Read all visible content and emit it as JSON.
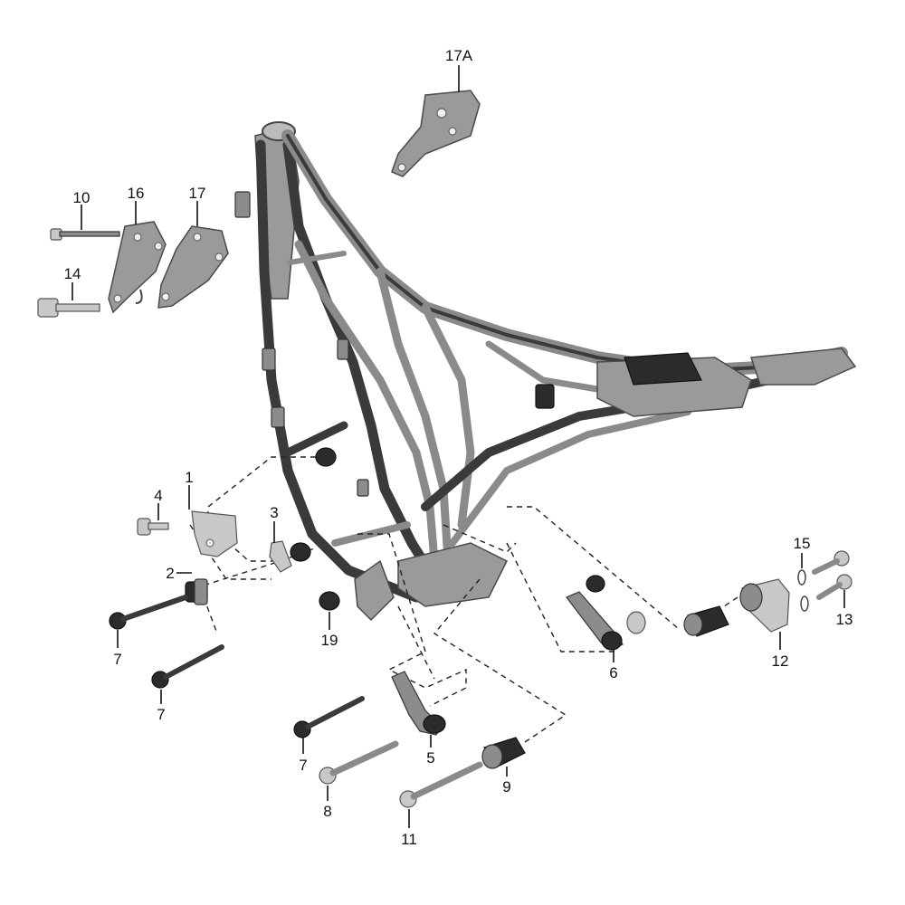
{
  "callouts": [
    {
      "id": "c17a",
      "label": "17A"
    },
    {
      "id": "c10",
      "label": "10"
    },
    {
      "id": "c16",
      "label": "16"
    },
    {
      "id": "c17",
      "label": "17"
    },
    {
      "id": "c14",
      "label": "14"
    },
    {
      "id": "c4",
      "label": "4"
    },
    {
      "id": "c1",
      "label": "1"
    },
    {
      "id": "c3",
      "label": "3"
    },
    {
      "id": "c2",
      "label": "2"
    },
    {
      "id": "c7a",
      "label": "7"
    },
    {
      "id": "c7b",
      "label": "7"
    },
    {
      "id": "c19",
      "label": "19"
    },
    {
      "id": "c7c",
      "label": "7"
    },
    {
      "id": "c5",
      "label": "5"
    },
    {
      "id": "c8",
      "label": "8"
    },
    {
      "id": "c9",
      "label": "9"
    },
    {
      "id": "c11",
      "label": "11"
    },
    {
      "id": "c6",
      "label": "6"
    },
    {
      "id": "c15",
      "label": "15"
    },
    {
      "id": "c13",
      "label": "13"
    },
    {
      "id": "c12",
      "label": "12"
    }
  ]
}
